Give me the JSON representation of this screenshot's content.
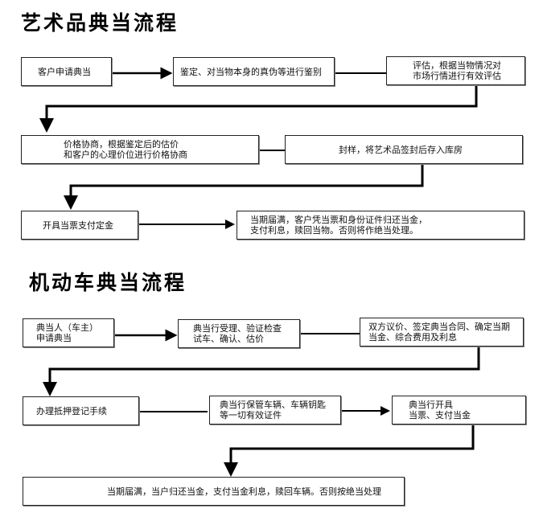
{
  "art": {
    "title": "艺术品典当流程",
    "steps": [
      "客户申请典当",
      "鉴定、对当物本身的真伪等进行鉴别",
      "评估，根据当物情况对\n市场行情进行有效评估",
      "价格协商，根据鉴定后的估价\n和客户的心理价位进行价格协商",
      "封样，将艺术品签封后存入库房",
      "开具当票支付定金",
      "当期届满，客户凭当票和身份证件归还当金，\n支付利息，赎回当物。否则将作绝当处理。"
    ]
  },
  "vehicle": {
    "title": "机动车典当流程",
    "steps": [
      "典当人（车主）\n申请典当",
      "典当行受理、验证检查\n试车、确认、估价",
      "双方议价、签定典当合同、确定当期\n当金、综合费用及利息",
      "办理抵押登记手续",
      "典当行保管车辆、车辆钥匙\n等一切有效证件",
      "典当行开具\n当票、支付当金",
      "当期届满，当户归还当金，支付当金利息，赎回车辆。否则按绝当处理"
    ]
  }
}
